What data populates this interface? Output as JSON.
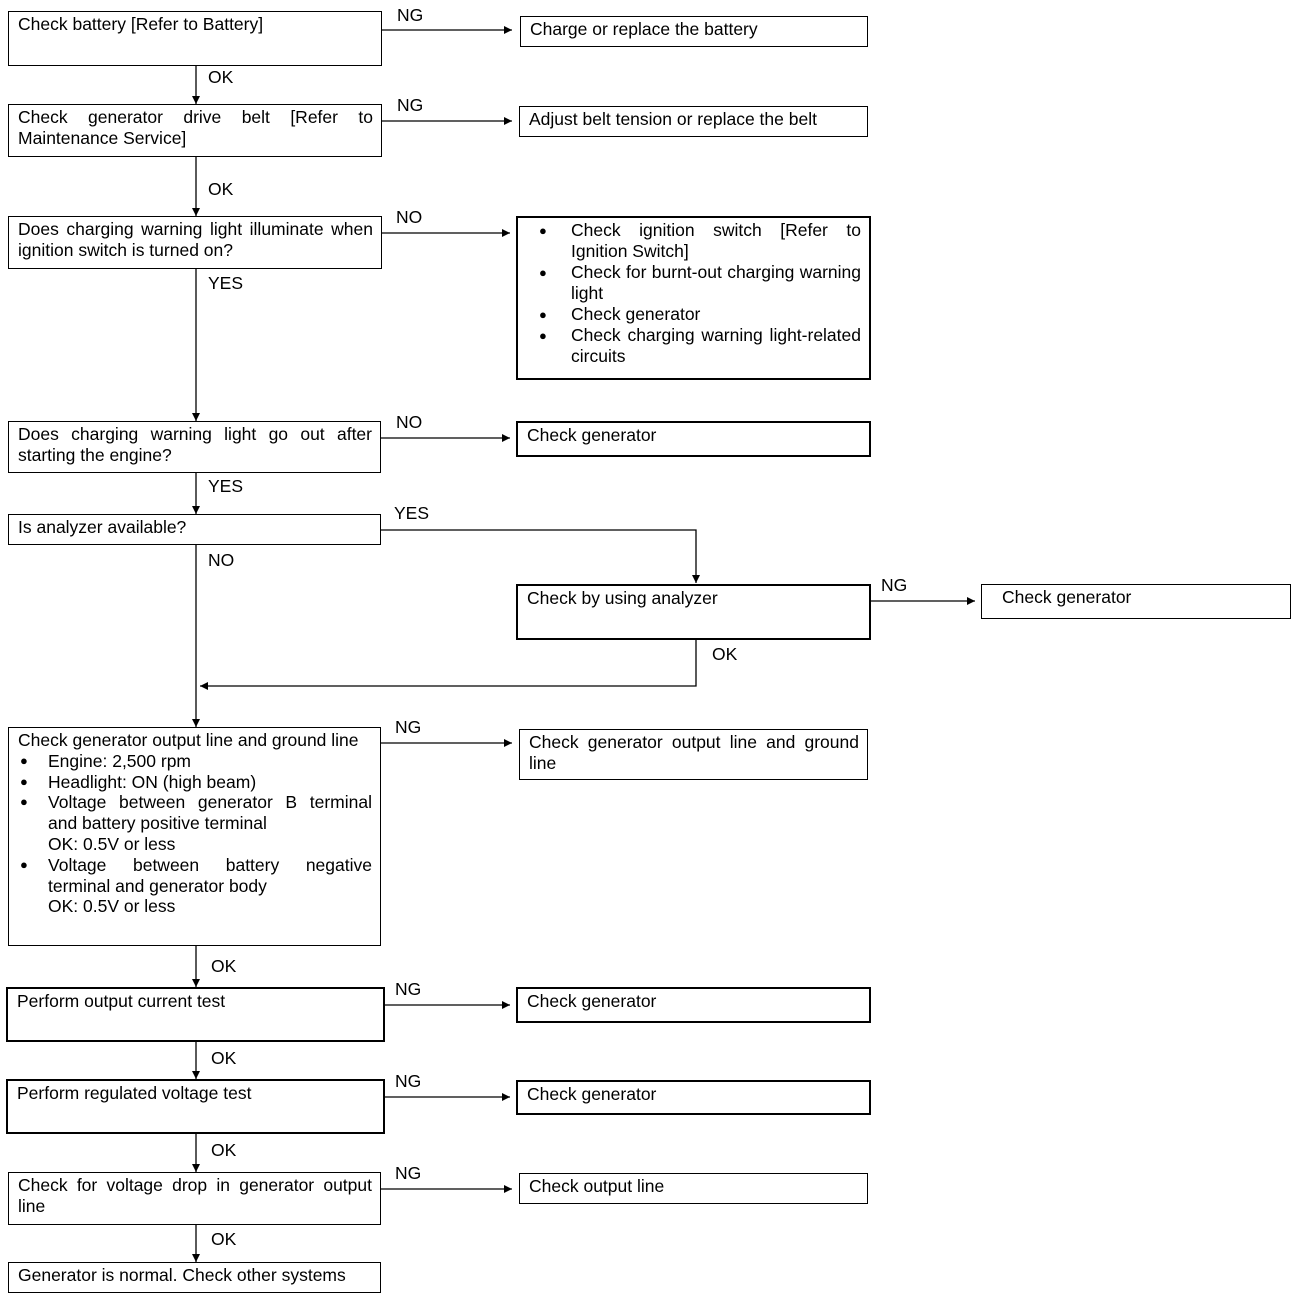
{
  "steps": {
    "battery": "Check battery [Refer to Battery]",
    "belt": "Check generator drive belt [Refer to Maintenance Service]",
    "light_on": "Does charging warning light illuminate when ignition switch is turned on?",
    "light_out": "Does charging warning light go out after starting the engine?",
    "analyzer_q": "Is analyzer available?",
    "analyzer_check": "Check by using analyzer",
    "output_line": {
      "title": "Check generator output line and ground line",
      "items": [
        {
          "text": "Engine: 2,500 rpm"
        },
        {
          "text": "Headlight: ON (high beam)"
        },
        {
          "text": "Voltage between generator B terminal and battery positive terminal",
          "ok": "OK: 0.5V or less"
        },
        {
          "text": "Voltage between battery negative terminal and generator body",
          "ok": "OK: 0.5V or less"
        }
      ]
    },
    "current_test": "Perform output current test",
    "voltage_test": "Perform regulated voltage test",
    "voltage_drop": "Check for voltage drop in generator output line",
    "normal": "Generator is normal. Check other systems"
  },
  "actions": {
    "battery": "Charge or replace the battery",
    "belt": "Adjust belt tension or replace the belt",
    "light_on": [
      "Check ignition switch [Refer to Ignition Switch]",
      "Check for burnt-out charging warning light",
      "Check generator",
      "Check charging warning light-related circuits"
    ],
    "light_out": "Check generator",
    "analyzer": "Check generator",
    "output_line": "Check generator output line and ground line",
    "current_test": "Check generator",
    "voltage_test": "Check generator",
    "voltage_drop": "Check output line"
  },
  "labels": {
    "ng": "NG",
    "ok": "OK",
    "yes": "YES",
    "no": "NO"
  }
}
